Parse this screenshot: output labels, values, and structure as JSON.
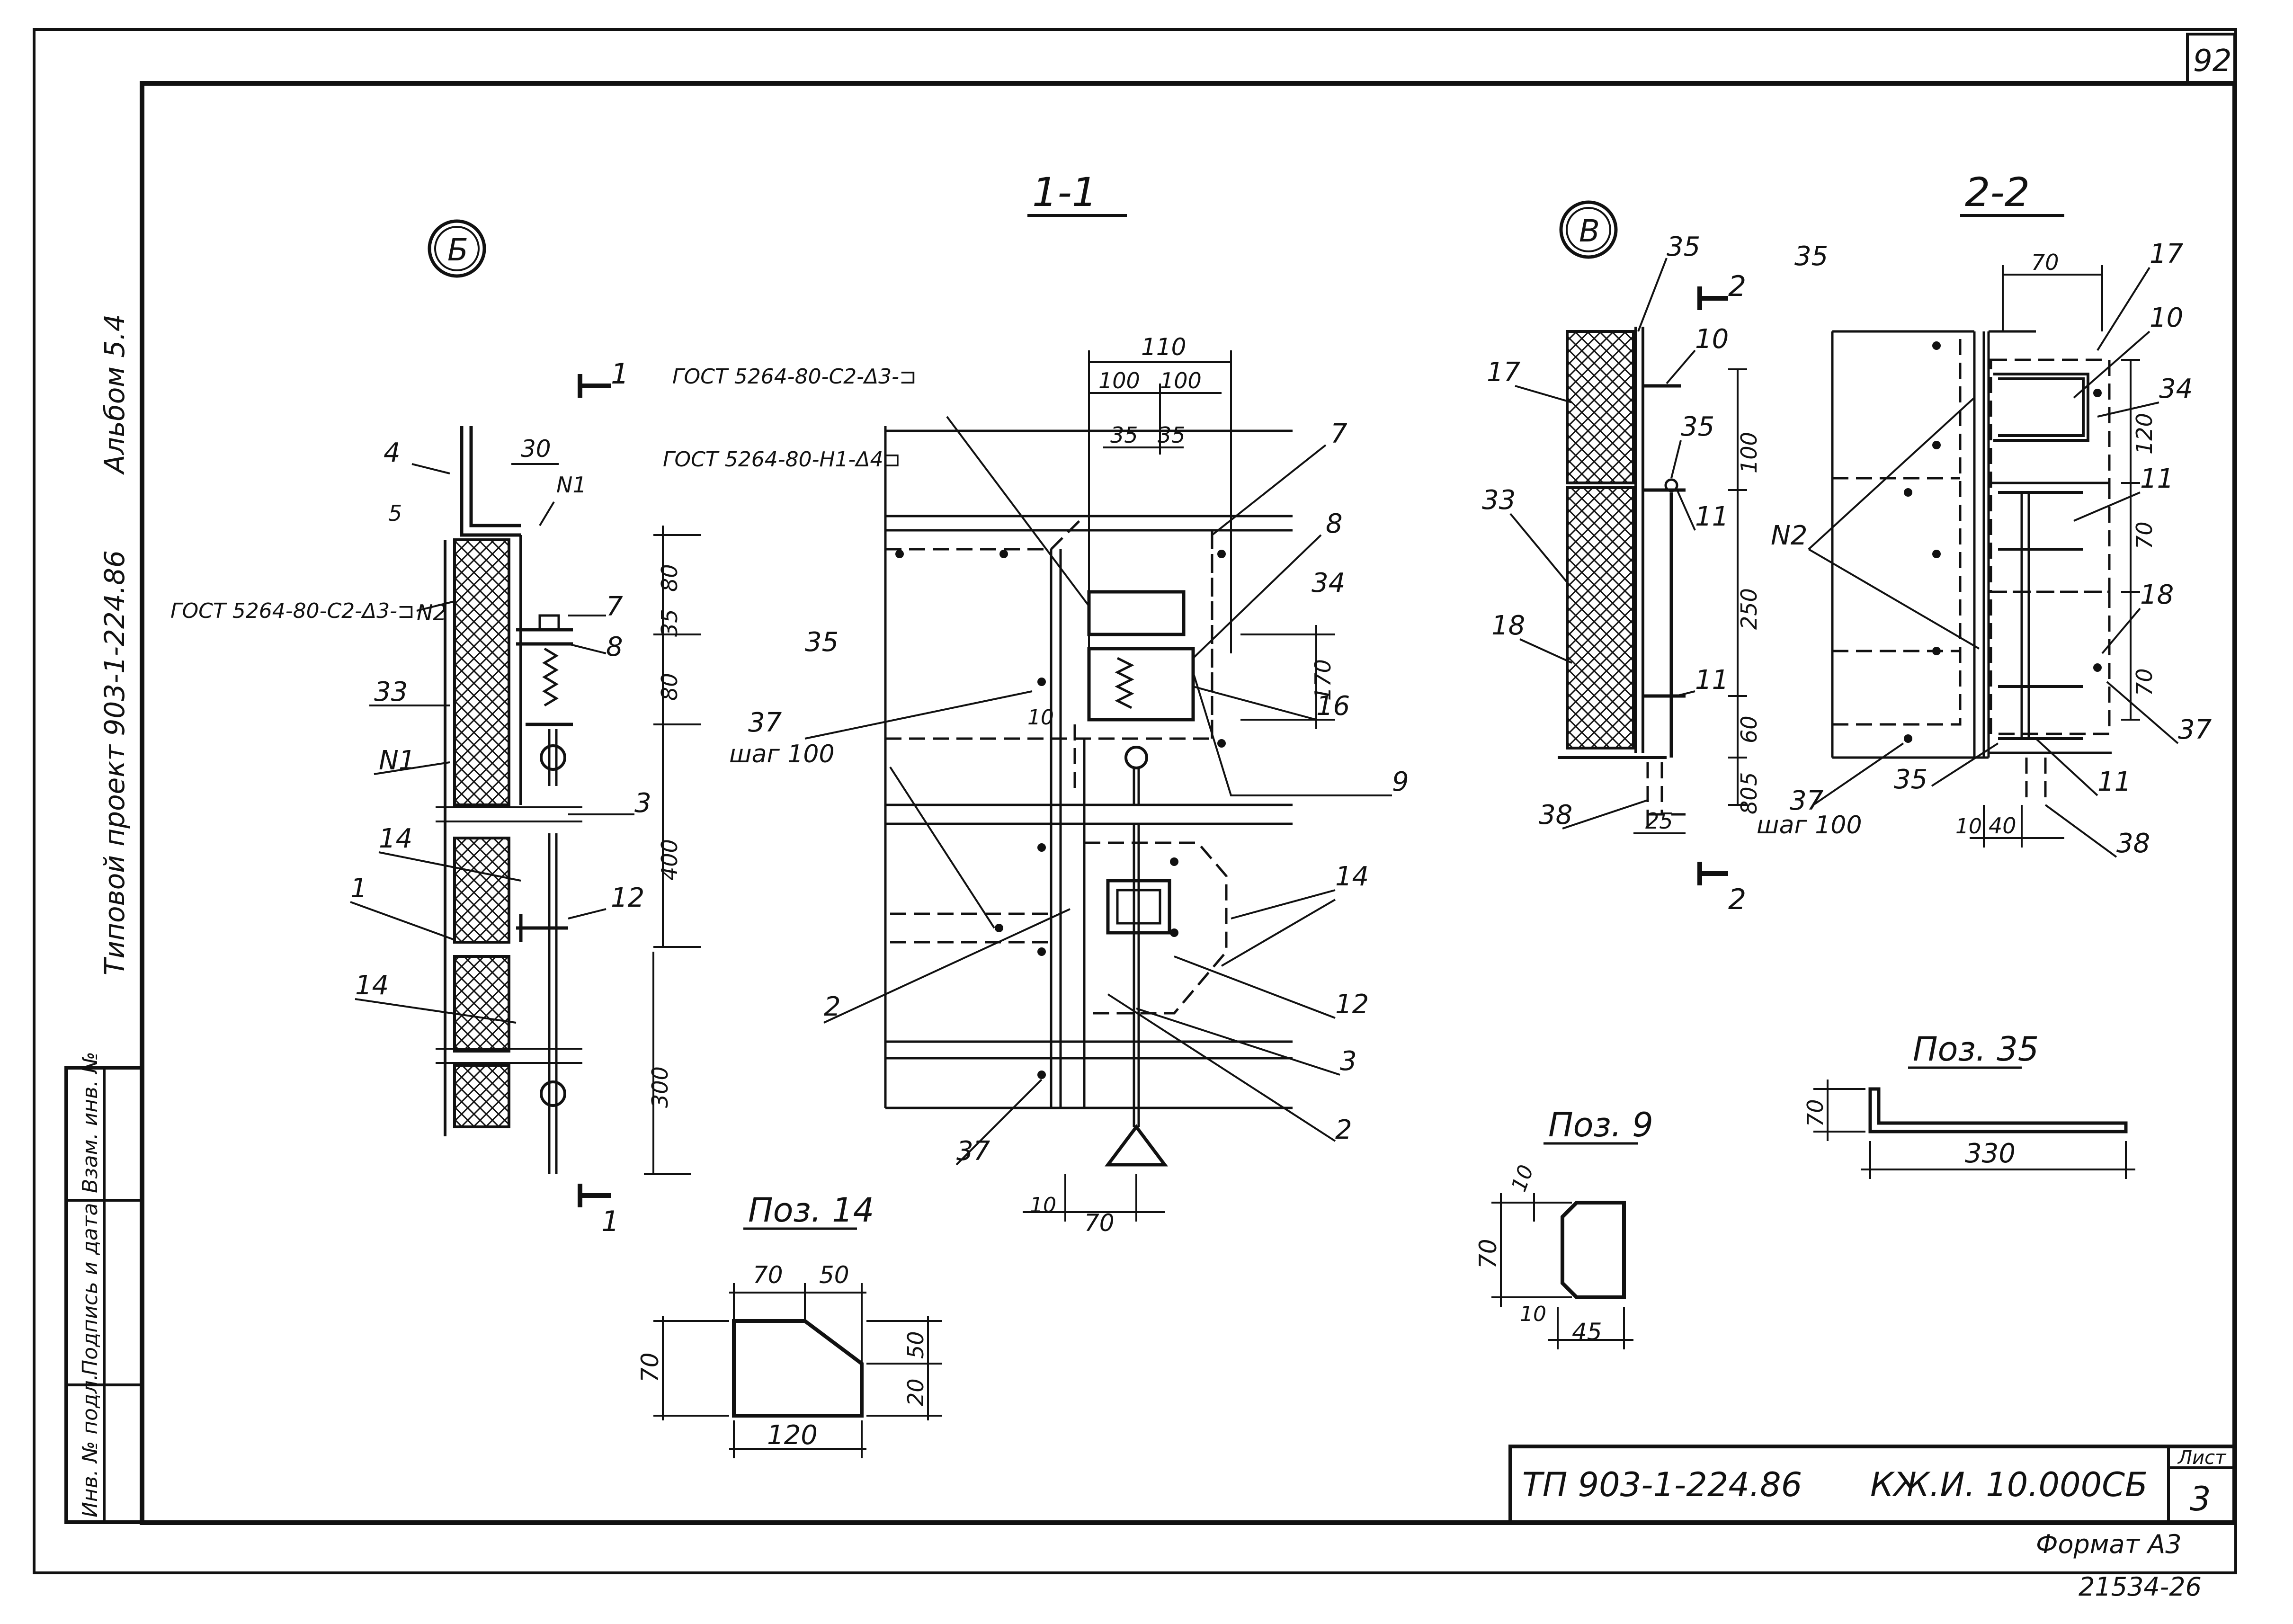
{
  "sheet": {
    "page_number": "92",
    "album_ref": "Альбом 5.4",
    "project_ref": "Типовой проект 903-1-224.86",
    "format": "Формат А3",
    "archive_no": "21534-26"
  },
  "stamp": {
    "inv_no": "Инв. № подл.",
    "sign_date": "Подпись и дата",
    "replace_inv": "Взам. инв. №"
  },
  "title_block": {
    "project_code": "ТП 903-1-224.86",
    "doc_code": "КЖ.И. 10.000СБ",
    "sheet_label": "Лист",
    "sheet_no": "3"
  },
  "views": {
    "node_b": "Б",
    "node_v": "В",
    "sec_1_1": "1-1",
    "sec_2_2": "2-2",
    "poz14": "Поз. 14",
    "poz9": "Поз. 9",
    "poz35": "Поз. 35",
    "cut1": "1",
    "cut2": "2"
  },
  "weld_notes": {
    "w1": "ГОСТ 5264-80-С2-Δ3-⊐",
    "w2": "ГОСТ 5264-80-Н1-Δ4⊐",
    "w3": "ГОСТ 5264-80-С2-Δ3-⊐"
  },
  "labels": {
    "n1": "N1",
    "n2": "N2",
    "step": "шаг 100",
    "p1": "1",
    "p2": "2",
    "p3": "3",
    "p4": "4",
    "p7": "7",
    "p8": "8",
    "p9": "9",
    "p10": "10",
    "p11": "11",
    "p12": "12",
    "p14": "14",
    "p16": "16",
    "p17": "17",
    "p18": "18",
    "p33": "33",
    "p34": "34",
    "p35": "35",
    "p37": "37",
    "p38": "38"
  },
  "dims": {
    "d5": "5",
    "d10": "10",
    "d20": "20",
    "d25": "25",
    "d30": "30",
    "d35": "35",
    "d40": "40",
    "d45": "45",
    "d50": "50",
    "d60": "60",
    "d70": "70",
    "d80": "80",
    "d100": "100",
    "d110": "110",
    "d120": "120",
    "d170": "170",
    "d250": "250",
    "d300": "300",
    "d330": "330",
    "d400": "400"
  }
}
